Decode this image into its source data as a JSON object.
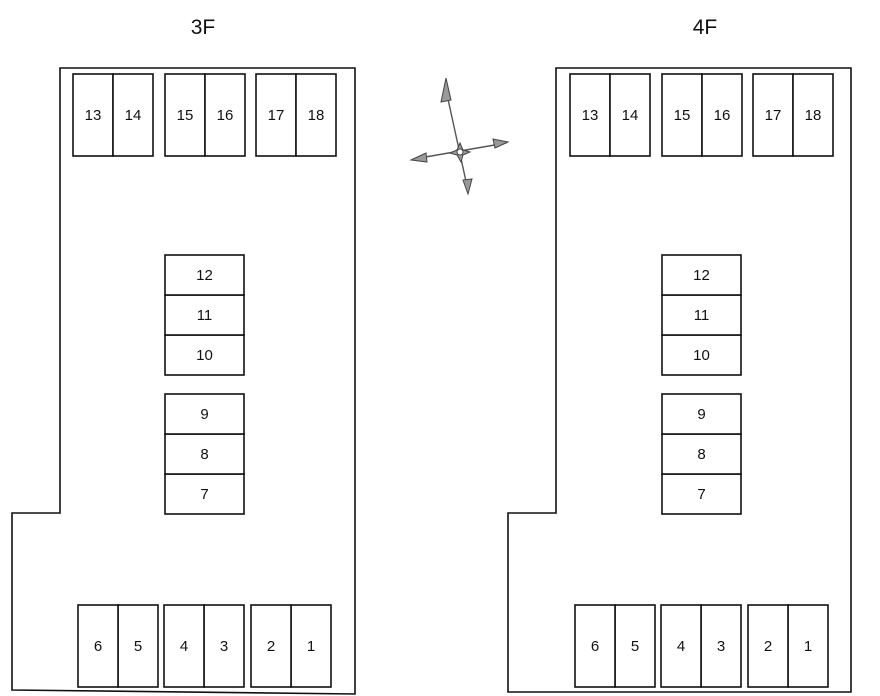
{
  "floors": [
    {
      "title": "3F",
      "rooms": [
        "1",
        "2",
        "3",
        "4",
        "5",
        "6",
        "7",
        "8",
        "9",
        "10",
        "11",
        "12",
        "13",
        "14",
        "15",
        "16",
        "17",
        "18"
      ]
    },
    {
      "title": "4F",
      "rooms": [
        "1",
        "2",
        "3",
        "4",
        "5",
        "6",
        "7",
        "8",
        "9",
        "10",
        "11",
        "12",
        "13",
        "14",
        "15",
        "16",
        "17",
        "18"
      ]
    }
  ],
  "compass": {
    "icon": "compass-rose-icon"
  }
}
